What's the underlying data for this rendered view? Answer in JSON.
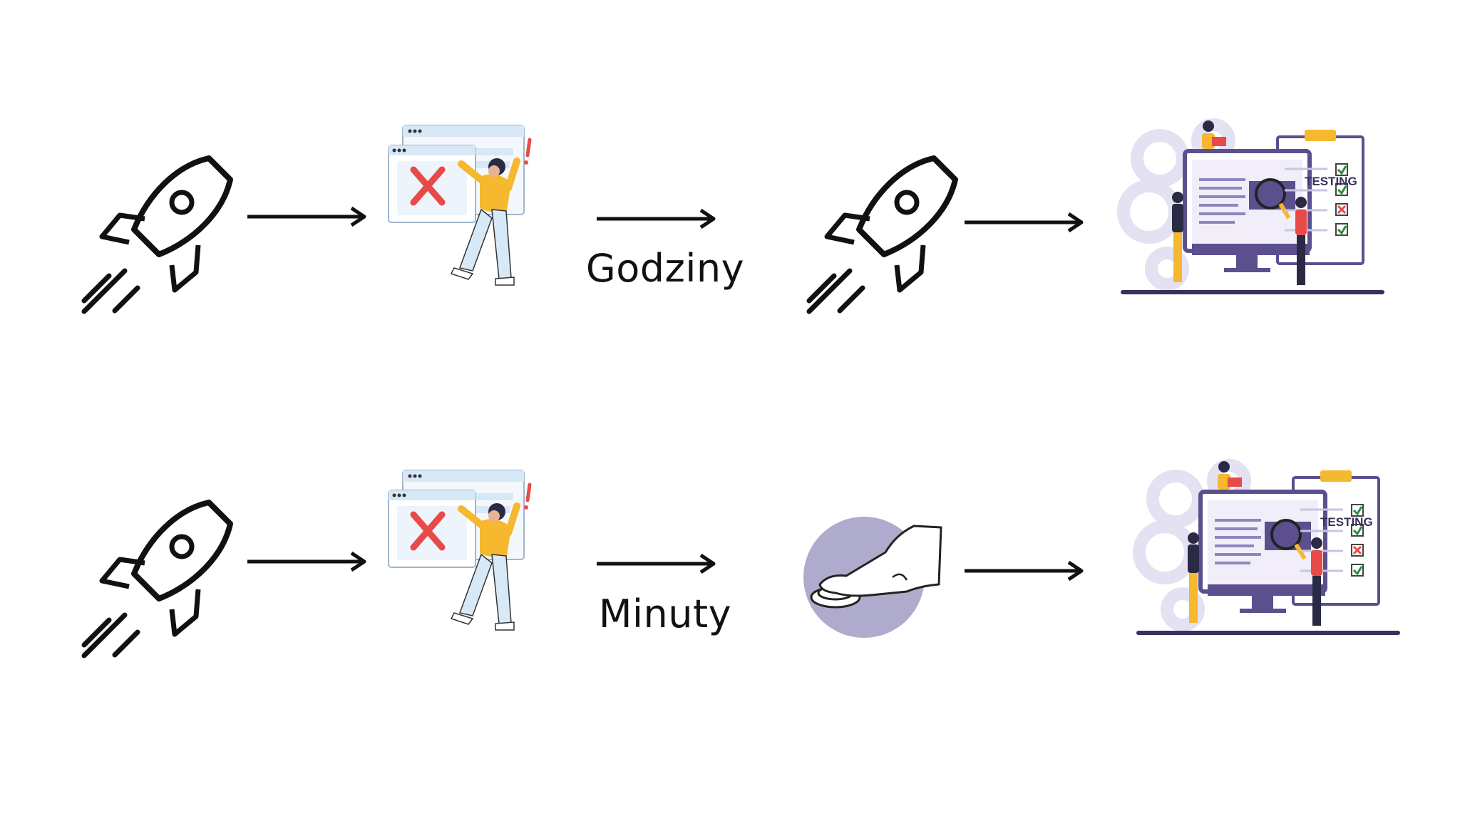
{
  "rows": [
    {
      "step_label": "Godziny",
      "third_icon": "rocket-icon"
    },
    {
      "step_label": "Minuty",
      "third_icon": "push-button-icon"
    }
  ],
  "testing_label": "TESTING",
  "colors": {
    "ink": "#111111",
    "purple": "#5b4f8e",
    "lavender": "#e4e1f3",
    "yellow": "#f5b82e",
    "red": "#e84a4a",
    "light_blue": "#d7e8f7",
    "button_circle": "#aeabcc"
  }
}
